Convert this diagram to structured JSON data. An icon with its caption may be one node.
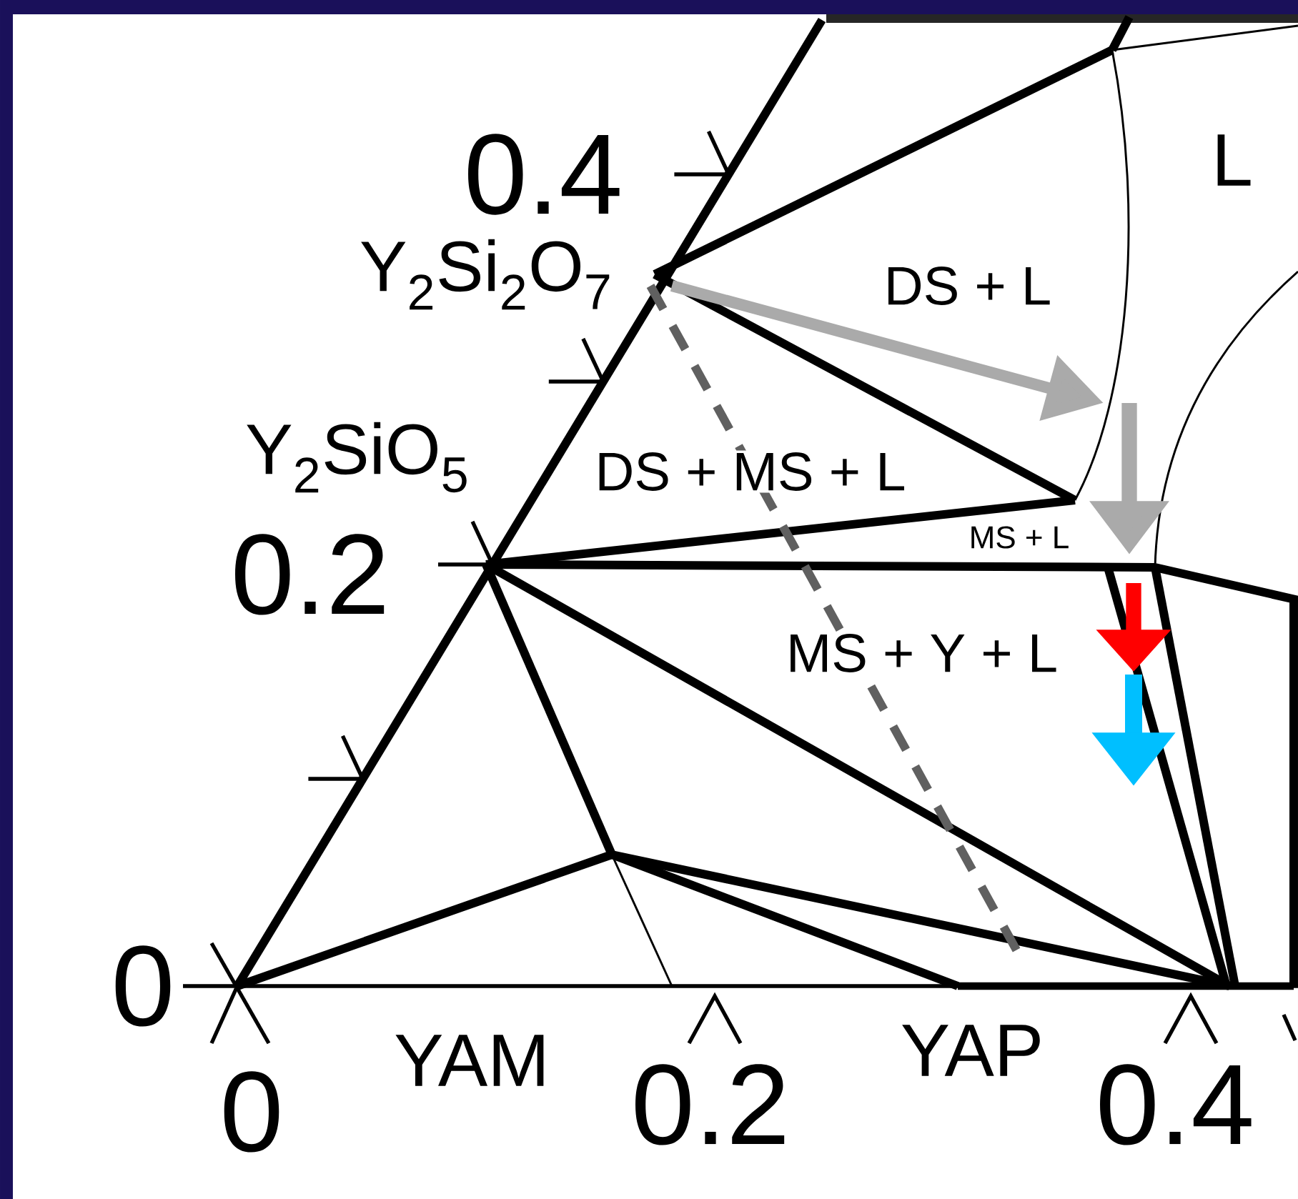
{
  "diagram": {
    "labels": [
      "L",
      "0.4",
      "Y$_{2}$Si$_{2}$O$_{7}$",
      "DS + L",
      "Y$_{2}$SiO$_{5}$",
      "DS + MS + L",
      "0.2",
      "MS + L",
      "MS + Y + L",
      "0",
      "YAP",
      "YAM",
      "0",
      "0.2",
      "0.4"
    ]
  }
}
